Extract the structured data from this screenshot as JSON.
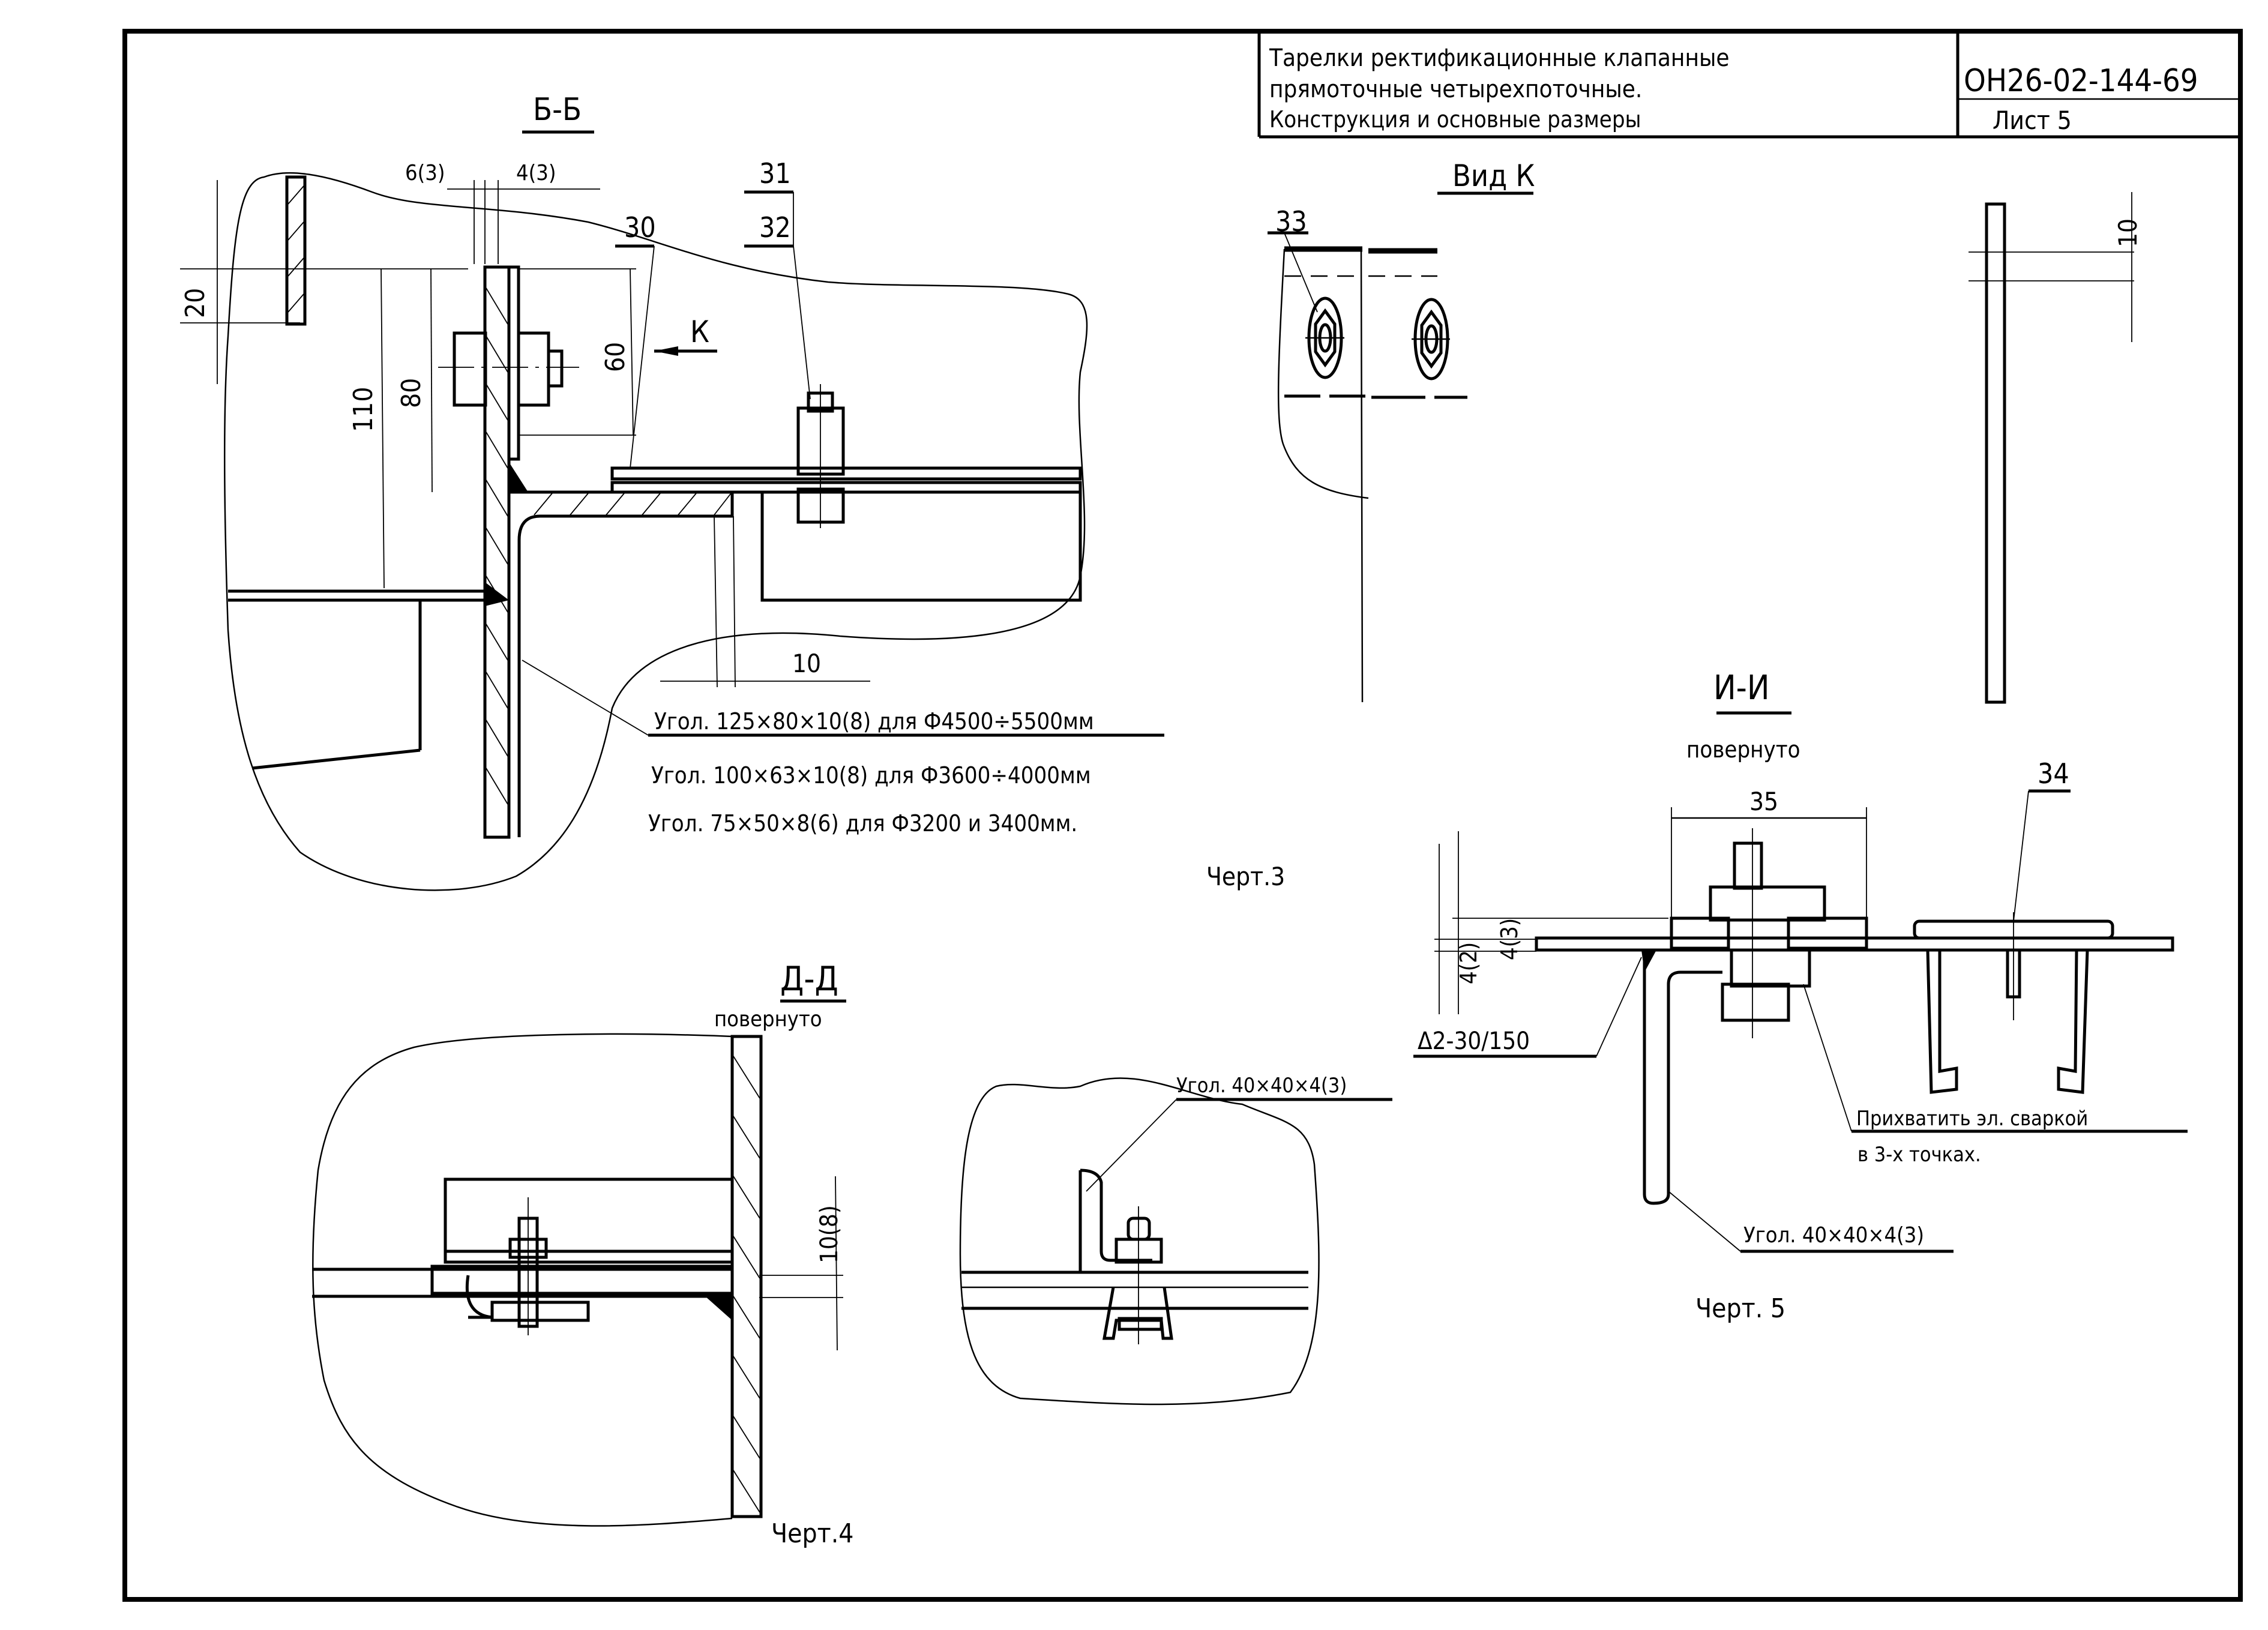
{
  "title_block": {
    "title_lines": [
      "Тарелки ректификационные клапанные",
      "прямоточные четырехпоточные.",
      "Конструкция и основные размеры"
    ],
    "document_code": "ОН26-02-144-69",
    "sheet_label": "Лист 5"
  },
  "drawing3": {
    "section_label": "Б-Б",
    "caption": "Черт.3",
    "view_arrow_label": "К",
    "dims": {
      "top_left": "6(3)",
      "top_right": "4(3)",
      "d20": "20",
      "d80": "80",
      "d110": "110",
      "d60": "60",
      "d10": "10"
    },
    "callouts": {
      "c30": "30",
      "c31": "31",
      "c32": "32"
    },
    "notes": [
      "Угол. 125×80×10(8) для Ф4500÷5500мм",
      "Угол. 100×63×10(8) для Ф3600÷4000мм",
      "Угол. 75×50×8(6) для Ф3200 и 3400мм."
    ]
  },
  "view_k": {
    "label": "Вид К",
    "callout": "33",
    "dim": "10"
  },
  "section_ii": {
    "label": "И-И",
    "sublabel": "повернуто",
    "caption": "Черт. 5",
    "dims": {
      "d35": "35",
      "d4_2": "4(2)",
      "d4_3": "4(3)"
    },
    "callout": "34",
    "weld_symbol": "Δ2-30/150",
    "note_weld_line1": "Прихватить эл. сваркой",
    "note_weld_line2": "в 3-х точках.",
    "angle_note": "Угол. 40×40×4(3)"
  },
  "section_dd": {
    "label": "Д-Д",
    "sublabel": "повернуто",
    "caption": "Черт.4",
    "dim": "10(8)",
    "angle_note": "Угол. 40×40×4(3)"
  }
}
